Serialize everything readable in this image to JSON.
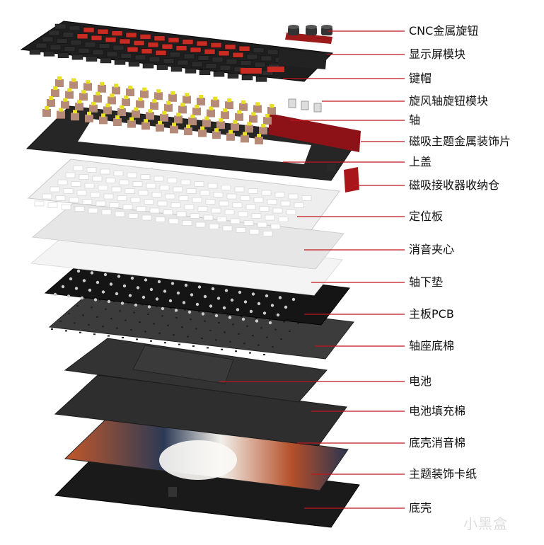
{
  "title": "键盘爆炸结构图",
  "accent_color": "#c0161c",
  "labels": [
    {
      "text": "CNC金属旋钮",
      "part": "knobs"
    },
    {
      "text": "显示屏模块",
      "part": "display"
    },
    {
      "text": "键帽",
      "part": "keycaps"
    },
    {
      "text": "旋风轴旋钮模块",
      "part": "knob-module"
    },
    {
      "text": "轴",
      "part": "switches"
    },
    {
      "text": "磁吸主题金属装饰片",
      "part": "metal-strip"
    },
    {
      "text": "上盖",
      "part": "top-case"
    },
    {
      "text": "磁吸接收器收纳仓",
      "part": "receiver-bay"
    },
    {
      "text": "定位板",
      "part": "plate"
    },
    {
      "text": "消音夹心",
      "part": "sandwich-foam"
    },
    {
      "text": "轴下垫",
      "part": "switch-pad"
    },
    {
      "text": "主板PCB",
      "part": "pcb"
    },
    {
      "text": "轴座底棉",
      "part": "base-foam"
    },
    {
      "text": "电池",
      "part": "battery"
    },
    {
      "text": "电池填充棉",
      "part": "battery-foam"
    },
    {
      "text": "底壳消音棉",
      "part": "bottom-foam"
    },
    {
      "text": "主题装饰卡纸",
      "part": "art-card"
    },
    {
      "text": "底壳",
      "part": "bottom-case"
    }
  ],
  "watermark": "小黑盒"
}
